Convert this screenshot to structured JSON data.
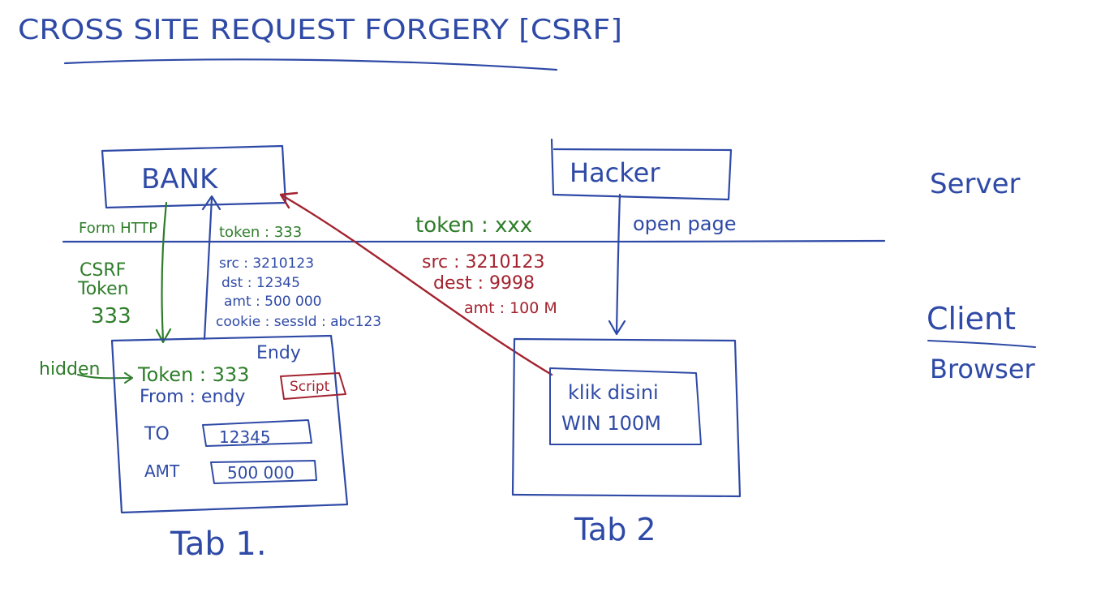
{
  "title": "CROSS SITE REQUEST FORGERY [CSRF]",
  "colors": {
    "blue": "#2f4aa6",
    "green": "#2e7d2a",
    "red": "#a3232f"
  },
  "zones": {
    "server": "Server",
    "client_line1": "Client",
    "client_line2": "Browser"
  },
  "bank": {
    "label": "BANK"
  },
  "hacker": {
    "label": "Hacker",
    "open_page": "open page"
  },
  "flow": {
    "form_http": "Form HTTP",
    "csrf_line1": "CSRF",
    "csrf_line2": "Token",
    "csrf_value": "333",
    "hidden": "hidden",
    "server_token": "token : 333",
    "hacker_token": "token : xxx"
  },
  "legit_request": {
    "src": "src : 3210123",
    "dst": "dst : 12345",
    "amt": "amt : 500 000",
    "cookie": "cookie : sessId : abc123"
  },
  "forged_request": {
    "src": "src : 3210123",
    "dest": "dest : 9998",
    "amt": "amt : 100 M"
  },
  "tab1": {
    "header": "Endy",
    "token_row": "Token : 333",
    "from_row": "From : endy",
    "script_badge": "Script",
    "to_label": "TO",
    "to_value": "12345",
    "amt_label": "AMT",
    "amt_value": "500 000",
    "caption": "Tab 1."
  },
  "tab2": {
    "ad_line1": "klik disini",
    "ad_line2": "WIN  100M",
    "caption": "Tab 2"
  }
}
